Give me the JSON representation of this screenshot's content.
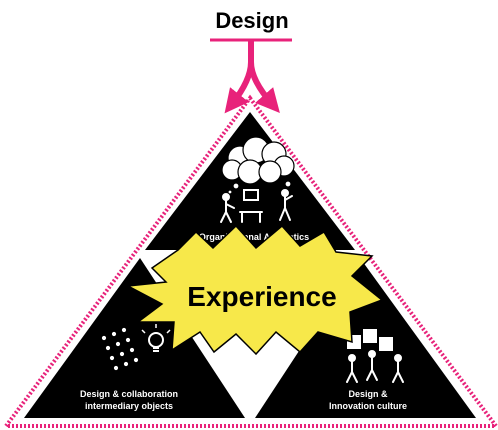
{
  "title": "Design",
  "center_label": "Experience",
  "sections": {
    "top": {
      "label": "Organizational Aesthetics"
    },
    "bottom_left": {
      "line1": "Design & collaboration",
      "line2": "intermediary objects"
    },
    "bottom_right": {
      "line1": "Design &",
      "line2": "Innovation culture"
    }
  },
  "colors": {
    "accent": "#e8227a",
    "triangle": "#000000",
    "burst_fill": "#f7e84a",
    "text_dark": "#000000",
    "text_light": "#ffffff"
  }
}
